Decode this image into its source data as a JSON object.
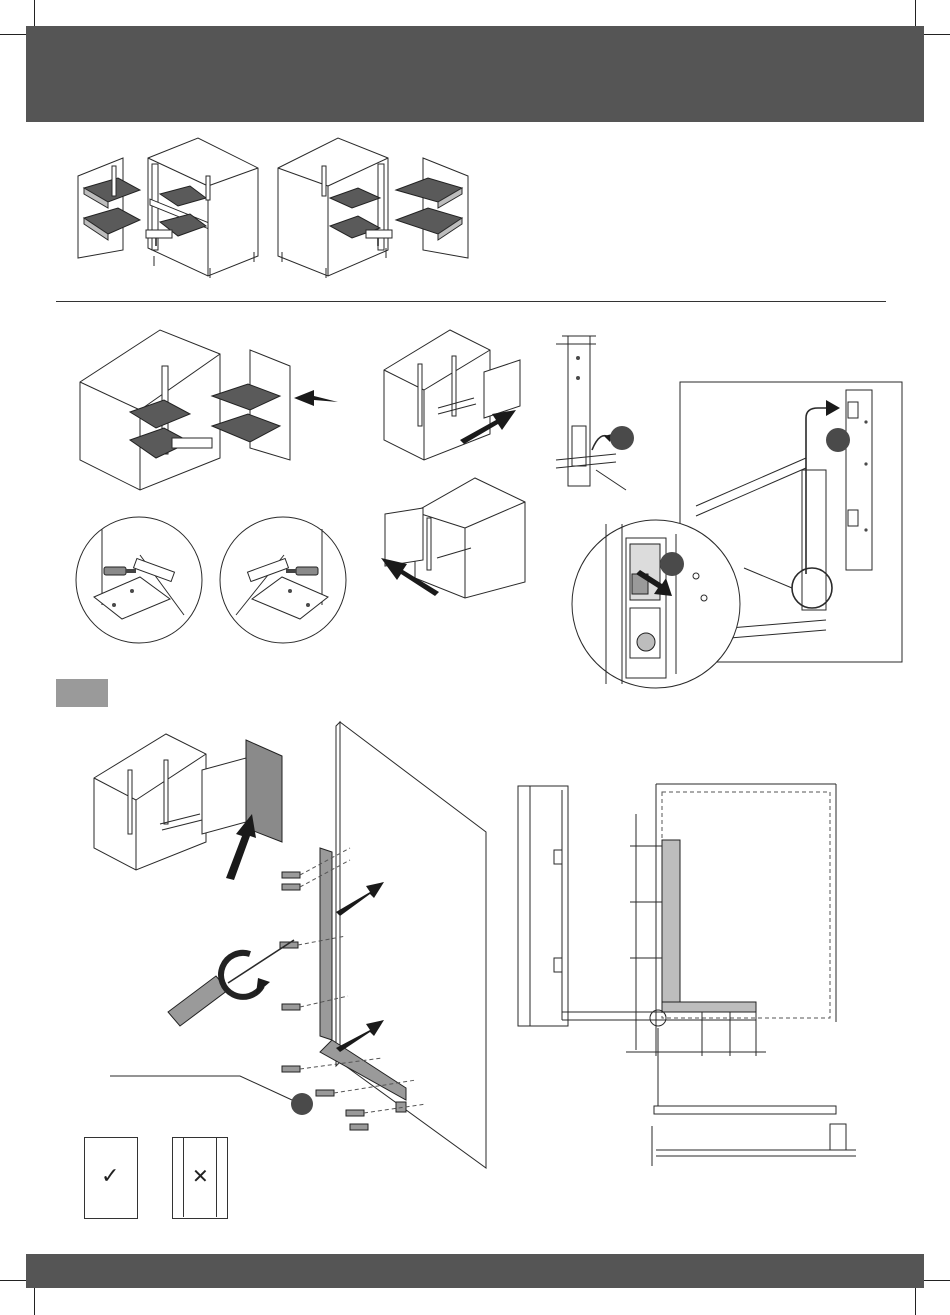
{
  "header": {
    "fill_color": "#555555"
  },
  "footer": {
    "fill_color": "#555555"
  },
  "step_badges": [
    {
      "id": "badge-top",
      "color": "#4a4a4a"
    },
    {
      "id": "badge-right",
      "color": "#4a4a4a"
    },
    {
      "id": "badge-detail",
      "color": "#4a4a4a"
    },
    {
      "id": "badge-bracket",
      "color": "#4a4a4a"
    }
  ],
  "verdict_marks": {
    "correct_symbol": "✓",
    "incorrect_symbol": "✕"
  },
  "icons": [
    "arrow-icon",
    "screwdriver-icon",
    "rotation-arrow-icon",
    "screw-icon",
    "check-mark-icon",
    "cross-mark-icon",
    "step-badge-icon"
  ],
  "accent_gray": "#9a9a9a"
}
